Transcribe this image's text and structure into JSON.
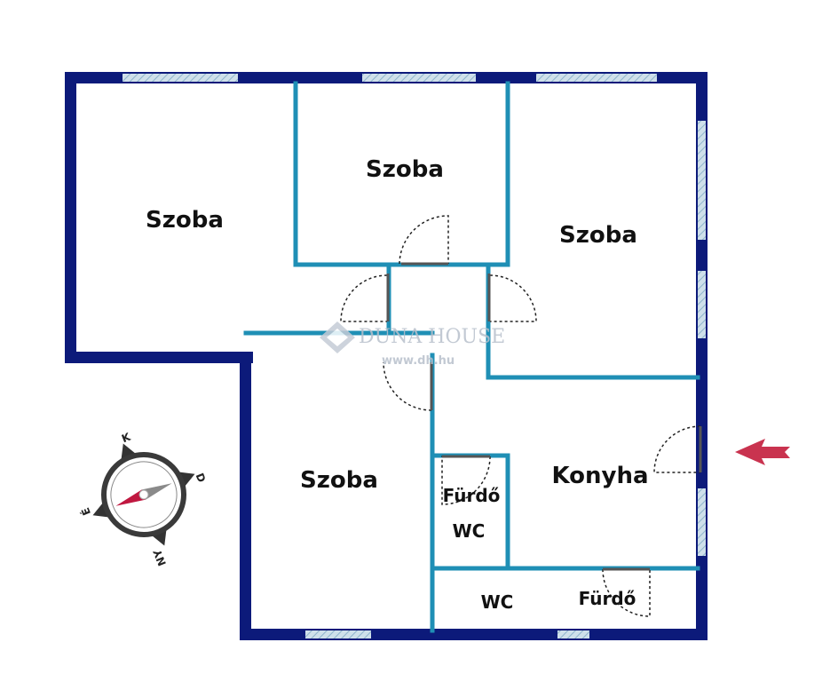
{
  "rooms": {
    "room_top_left": "Szoba",
    "room_top_middle": "Szoba",
    "room_right": "Szoba",
    "room_bottom_left": "Szoba",
    "kitchen": "Konyha",
    "bathroom_wc_line1": "Fürdő",
    "bathroom_wc_line2": "WC",
    "wc": "WC",
    "bathroom": "Fürdő"
  },
  "compass": {
    "north": "K",
    "east": "D",
    "south": "NY",
    "west": "É"
  },
  "watermark": {
    "brand": "DUNA HOUSE",
    "url": "www.dh.hu"
  },
  "colors": {
    "outer_wall": "#0c1a7a",
    "inner_wall": "#1f8fb5",
    "window": "#a9c8dc",
    "entrance_arrow": "#c9334f",
    "compass_needle": "#c01840"
  },
  "icons": {
    "entrance": "entrance-arrow-icon",
    "compass": "compass-icon",
    "brand": "duna-house-logo-icon"
  }
}
